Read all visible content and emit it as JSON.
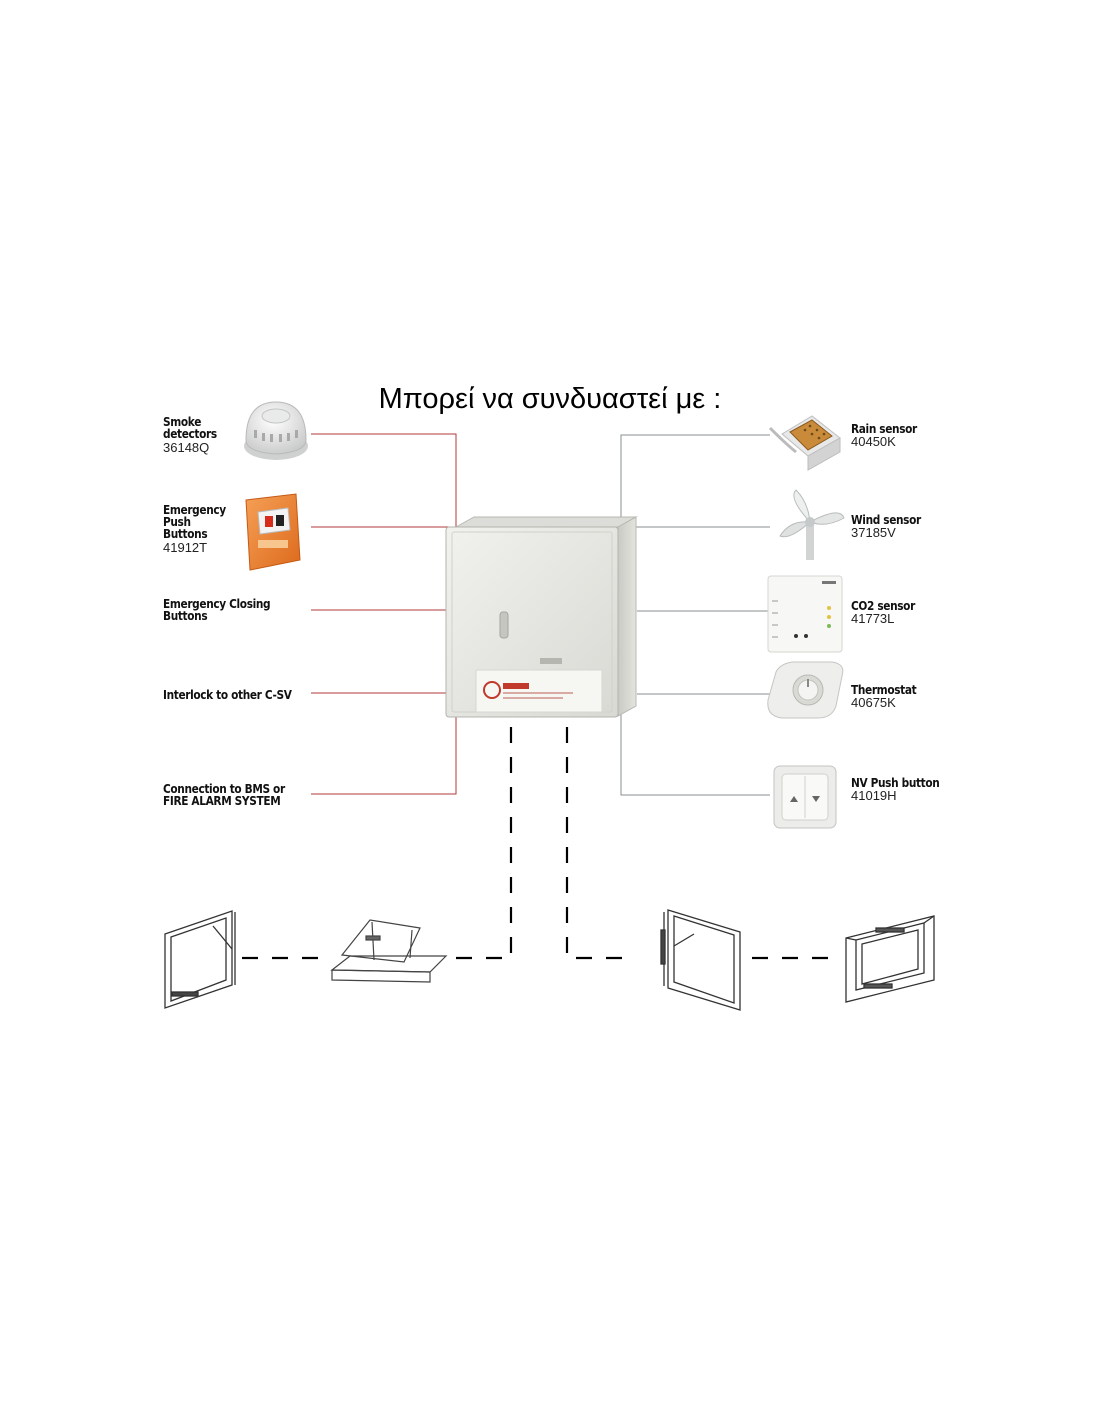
{
  "title": "Μπορεί να συνδυαστεί με :",
  "left_items": [
    {
      "name": "Smoke\ndetectors",
      "code": "36148Q"
    },
    {
      "name": "Emergency\nPush\nButtons",
      "code": "41912T"
    },
    {
      "name": "Emergency Closing\nButtons",
      "code": ""
    },
    {
      "name": "Interlock to other C-SV",
      "code": ""
    },
    {
      "name": "Connection to BMS or\nFIRE ALARM SYSTEM",
      "code": ""
    }
  ],
  "right_items": [
    {
      "name": "Rain sensor",
      "code": "40450K"
    },
    {
      "name": "Wind sensor",
      "code": "37185V"
    },
    {
      "name": "CO2 sensor",
      "code": "41773L"
    },
    {
      "name": "Thermostat",
      "code": "40675K"
    },
    {
      "name": "NV Push button",
      "code": "41019H"
    }
  ],
  "colors": {
    "left_connector": "#b03a3a",
    "right_connector": "#8a8f8f",
    "cabinet": "#e7e8e3",
    "dashed_line": "#000000"
  },
  "icons": [
    "smoke-detector-icon",
    "emergency-push-button-icon",
    "control-cabinet-icon",
    "rain-sensor-icon",
    "wind-sensor-icon",
    "co2-sensor-icon",
    "thermostat-icon",
    "push-button-icon",
    "window-icon",
    "roof-hatch-icon"
  ]
}
